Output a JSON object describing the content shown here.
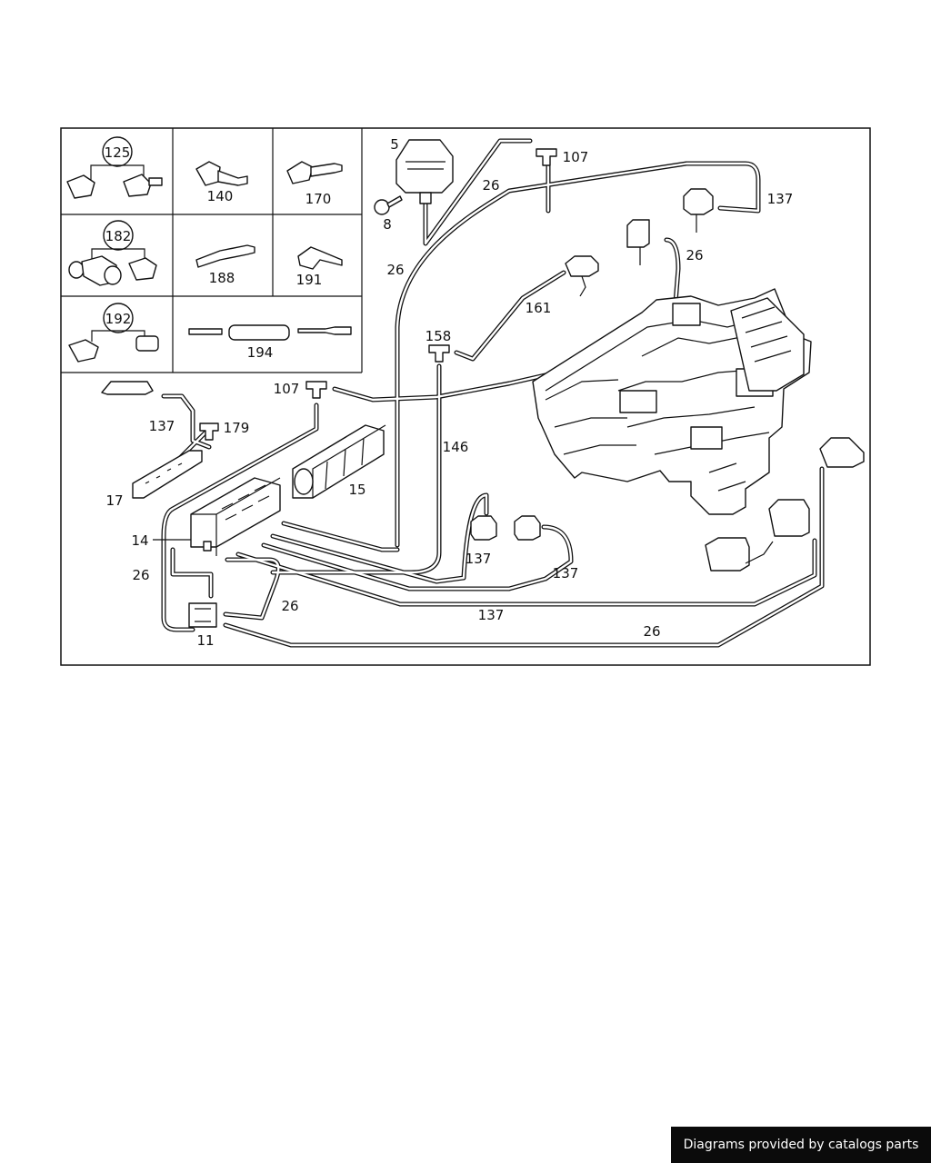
{
  "callouts": {
    "c125": "125",
    "c140": "140",
    "c170": "170",
    "c182": "182",
    "c188": "188",
    "c191": "191",
    "c192": "192",
    "c194": "194",
    "c5": "5",
    "c8": "8",
    "c26": "26",
    "c107": "107",
    "c137": "137",
    "c161": "161",
    "c158": "158",
    "c146": "146",
    "c179": "179",
    "c17": "17",
    "c15": "15",
    "c14": "14",
    "c11": "11"
  },
  "footer": {
    "text": "Diagrams provided by catalogs parts"
  },
  "colors": {
    "line": "#111111",
    "badge_bg": "#0b0b0b",
    "badge_text": "#ffffff"
  }
}
